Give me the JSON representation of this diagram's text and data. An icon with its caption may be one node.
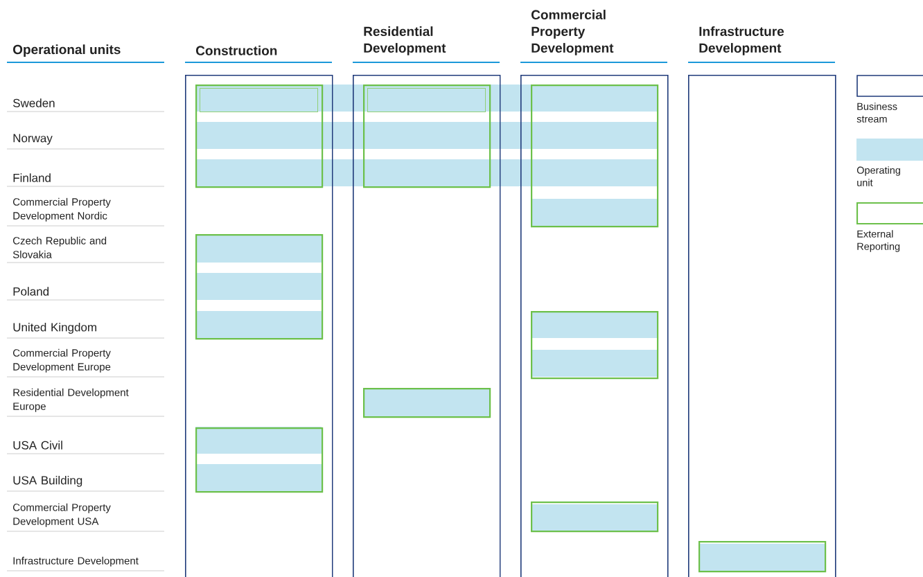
{
  "diagram": {
    "nodes": [
      {
        "text": [
          "Construction"
        ]
      },
      {
        "text": [
          "Residential Development"
        ]
      },
      {
        "text": [
          "Commercial Property Development"
        ]
      },
      {
        "text": [
          "Infrastructure Development"
        ]
      },
      {
        "text": [],
        "shape": "box",
        "in": 0
      },
      {
        "text": [],
        "shape": "box",
        "in": 4
      },
      {
        "text": [],
        "shape": "box",
        "in": 0
      },
      {
        "text": [],
        "shape": "box",
        "in": 0
      },
      {
        "text": [],
        "shape": "box",
        "in": 1
      },
      {
        "text": [],
        "shape": "box",
        "in": 8
      },
      {
        "text": [],
        "shape": "box",
        "in": 1
      },
      {
        "text": [],
        "shape": "box",
        "in": 2
      },
      {
        "text": [],
        "shape": "box",
        "in": 2
      },
      {
        "text": [],
        "shape": "box",
        "in": 2
      },
      {
        "text": [],
        "shape": "box",
        "in": 3
      }
    ],
    "labels": [
      "Operational units",
      "Sweden",
      "Norway",
      "Finland",
      "Commercial Property Development Nordic",
      "Czech Republic and Slovakia",
      "Poland",
      "United Kingdom",
      "Commercial Property Development Europe",
      "Residential Development Europe",
      "USA Civil",
      "USA Building",
      "Commercial Property Development USA",
      "Infrastructure Development"
    ],
    "legend": [
      {
        "text": "Business stream"
      },
      {
        "text": "Operating unit",
        "color": "#c2e4f0"
      },
      {
        "text": "External Reporting"
      }
    ]
  }
}
